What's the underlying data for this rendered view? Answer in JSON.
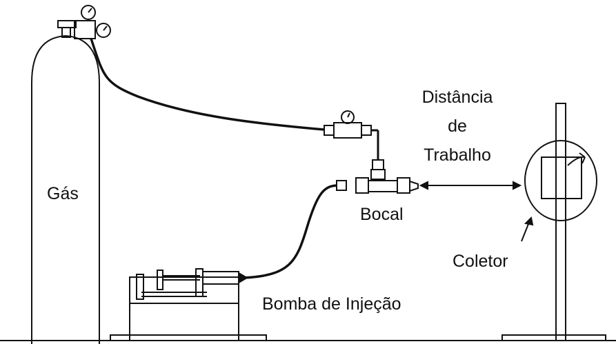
{
  "labels": {
    "gas": "Gás",
    "distance_line1": "Distância",
    "distance_line2": "de",
    "distance_line3": "Trabalho",
    "nozzle": "Bocal",
    "collector": "Coletor",
    "pump": "Bomba de Injeção"
  },
  "colors": {
    "line": "#111111",
    "background": "#ffffff"
  }
}
